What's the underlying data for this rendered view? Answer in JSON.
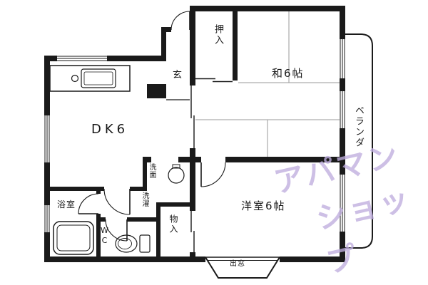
{
  "page": {
    "background": "#ffffff",
    "wall_color": "#1a1a1a"
  },
  "rooms": {
    "oshiire": "押入",
    "washitsu": "和6帖",
    "veranda": "ベランダ",
    "genkan": "玄",
    "dk": "DK6",
    "senmen": "洗面",
    "yokushitsu": "浴室",
    "sentaku": "洗濯",
    "wc": "WC",
    "mononyu": "物入",
    "yoshitsu": "洋室6帖",
    "demado": "出窓"
  },
  "watermark": {
    "line1": "アパマン",
    "line2": "ショップ",
    "color": "#bfaede"
  }
}
